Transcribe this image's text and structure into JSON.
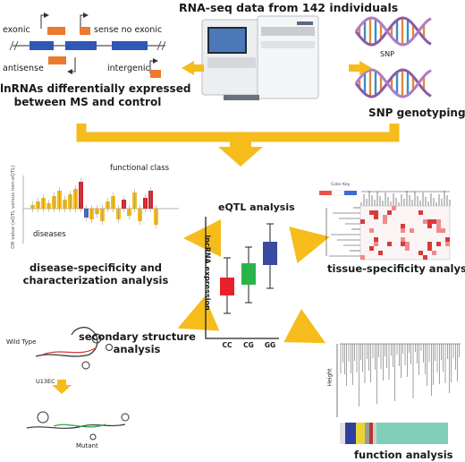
{
  "top_title": "RNA-seq data from 142 individuals",
  "lnc_types": {
    "exonic": "exonic",
    "sense_no_exonic": "sense no exonic",
    "antisense": "antisense",
    "intergenic": "intergenic"
  },
  "lnc_caption_1": "lnRNAs differentially expressed",
  "lnc_caption_2": "between MS and control",
  "snp_label": "SNP",
  "snp_caption": "SNP genotyping",
  "disease_plot": {
    "functional_class": "functional class",
    "diseases": "diseases",
    "y_axis": "OR value (eQTL versus non-eQTL)"
  },
  "disease_caption_1": "disease-specificity and",
  "disease_caption_2": "characterization analysis",
  "eqtl": {
    "title": "eQTL analysis",
    "ylabel": "lncRNA expression",
    "categories": [
      "CC",
      "CG",
      "GG"
    ]
  },
  "tissue_caption": "tissue-specificity analysis",
  "heatmap_key_title": "Color Key",
  "structure": {
    "caption_1": "secondary structure",
    "caption_2": "analysis",
    "wild_type": "Wild Type",
    "mutation": "U13EC",
    "mutant": "Mutant"
  },
  "function": {
    "ylabel": "Height",
    "caption": "function analysis"
  },
  "colors": {
    "arrow": "#f5bc1c",
    "box_cc": "#e8202a",
    "box_cg": "#2bb34a",
    "box_gg": "#3a4aa0",
    "gene_block": "#2f57b5",
    "lnc_block": "#ec7a2d"
  }
}
